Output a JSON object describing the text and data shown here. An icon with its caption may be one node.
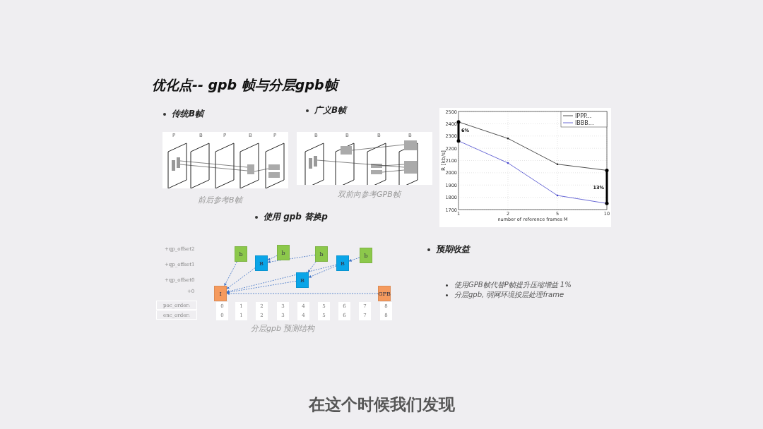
{
  "diagram": {
    "title": "优化点-- gpb 帧与分层gpb帧",
    "caption": "在这个时候我们发现",
    "nodes": [
      {
        "text": [
          "I"
        ]
      },
      {
        "text": [
          "b"
        ]
      },
      {
        "text": [
          "B"
        ]
      },
      {
        "text": [
          "b"
        ]
      },
      {
        "text": [
          "B"
        ]
      },
      {
        "text": [
          "b"
        ]
      },
      {
        "text": [
          "B"
        ]
      },
      {
        "text": [
          "b"
        ]
      },
      {
        "text": [
          "GPB"
        ]
      }
    ],
    "edges": [
      {
        "from": 1,
        "to": 0,
        "arrow": "to",
        "style": "dashed"
      },
      {
        "from": 3,
        "to": 2,
        "arrow": "to",
        "style": "dashed"
      },
      {
        "from": 5,
        "to": 2,
        "arrow": "to",
        "style": "dashed"
      },
      {
        "from": 5,
        "to": 4,
        "arrow": "to",
        "style": "dashed"
      },
      {
        "from": 7,
        "to": 6,
        "arrow": "to",
        "style": "dashed"
      },
      {
        "from": 2,
        "to": 0,
        "arrow": "to",
        "style": "dashed"
      },
      {
        "from": 4,
        "to": 0,
        "arrow": "to",
        "style": "dashed"
      },
      {
        "from": 6,
        "to": 4,
        "arrow": "to",
        "style": "dashed"
      },
      {
        "from": 6,
        "to": 0,
        "arrow": "to",
        "style": "dashed"
      },
      {
        "from": 8,
        "to": 0,
        "arrow": "to",
        "style": "dashed"
      }
    ],
    "labels": [
      "传统B帧",
      "广义B帧",
      "P",
      "B",
      "P",
      "B",
      "P",
      "B",
      "B",
      "B",
      "B",
      "前后参考B帧",
      "双前向参考GPB帧",
      "使用 gpb 替换p",
      "预期收益",
      "+qp_offset2",
      "+qp_offset1",
      "+qp_offset0",
      "+0",
      "使用GPB帧代替P帧提升压缩增益 1%",
      "分层gpb, 弱网环境按层处理frame",
      "poc_order:",
      "0",
      "1",
      "2",
      "3",
      "4",
      "5",
      "6",
      "7",
      "8",
      "enc_order:",
      "0",
      "1",
      "2",
      "3",
      "4",
      "5",
      "6",
      "7",
      "8",
      "分层gpb 预测结构"
    ],
    "chart_data": {
      "type": "line",
      "xlabel": "number of reference frames M",
      "ylabel": "R [kb/s]",
      "categories": [
        "1",
        "2",
        "5",
        "10"
      ],
      "series": [
        {
          "name": "IPPP...",
          "color": "#222222",
          "values": [
            2415,
            2280,
            2070,
            2020
          ]
        },
        {
          "name": "IBBB...",
          "color": "#4444cc",
          "values": [
            2260,
            2080,
            1815,
            1750
          ]
        }
      ],
      "ylim": [
        1700,
        2500
      ],
      "yticks": [
        1700,
        1800,
        1900,
        2000,
        2100,
        2200,
        2300,
        2400,
        2500
      ],
      "grid": true,
      "legend": "upper right",
      "annotations": [
        "6%",
        "13%"
      ]
    }
  }
}
